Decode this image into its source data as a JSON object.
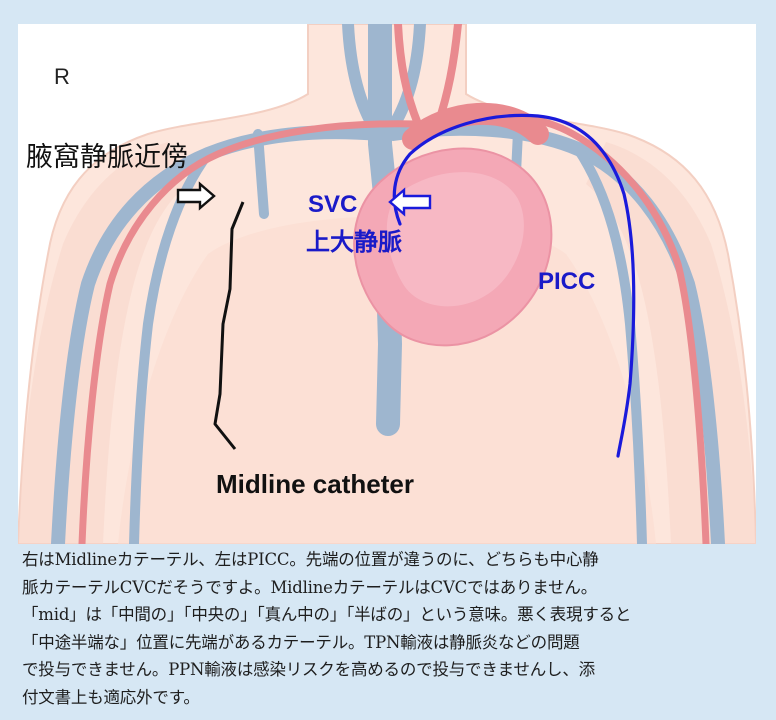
{
  "figure": {
    "labels": {
      "side_marker": "R",
      "axillary_vein": "腋窩静脈近傍",
      "svc": "SVC",
      "svc_jp": "上大静脈",
      "picc": "PICC",
      "midline": "Midline catheter"
    },
    "colors": {
      "midline_line": "#111111",
      "picc_line": "#1a1adb",
      "label_blue": "#1a1ac8",
      "vein": "#9eb6cf",
      "artery": "#e98a8f",
      "heart": "#f4a8b6",
      "skin": "#fde6dc",
      "caption_background": "#d6e7f4"
    }
  },
  "caption": {
    "text": "右はMidlineカテーテル、左はPICC。先端の位置が違うのに、どちらも中心静\n脈カテーテルCVCだそうですよ。MidlineカテーテルはCVCではありません。\n「mid」は「中間の」「中央の」「真ん中の」「半ばの」という意味。悪く表現すると\n「中途半端な」位置に先端があるカテーテル。TPN輸液は静脈炎などの問題\nで投与できません。PPN輸液は感染リスクを高めるので投与できませんし、添\n付文書上も適応外です。"
  }
}
